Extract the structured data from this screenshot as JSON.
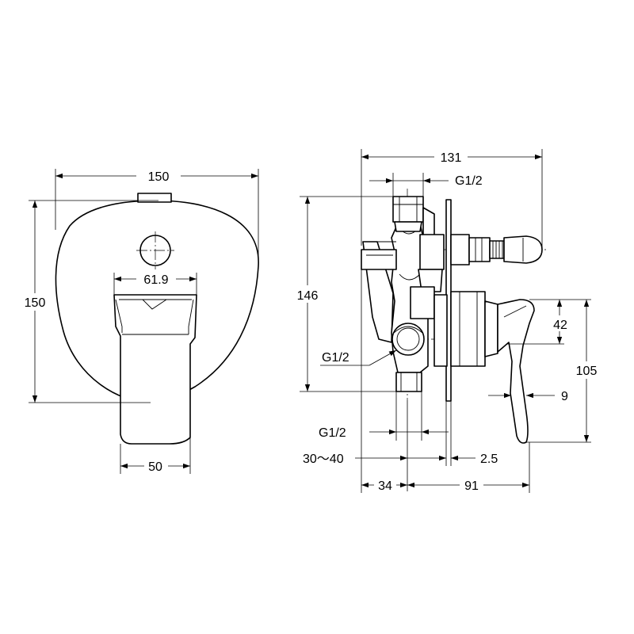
{
  "front_view": {
    "width_label": "150",
    "height_label": "150",
    "handle_width_label": "61.9",
    "handle_base_label": "50"
  },
  "side_view": {
    "overall_width_label": "131",
    "top_port_label": "G1/2",
    "overall_height_label": "146",
    "side_port_label": "G1/2",
    "lever_offset_label": "42",
    "lever_height_label": "105",
    "lever_thickness_label": "9",
    "bottom_port_label": "G1/2",
    "install_depth_label": "30～40",
    "plate_thickness_label": "2.5",
    "rear_offset_label": "34",
    "front_offset_label": "91"
  }
}
